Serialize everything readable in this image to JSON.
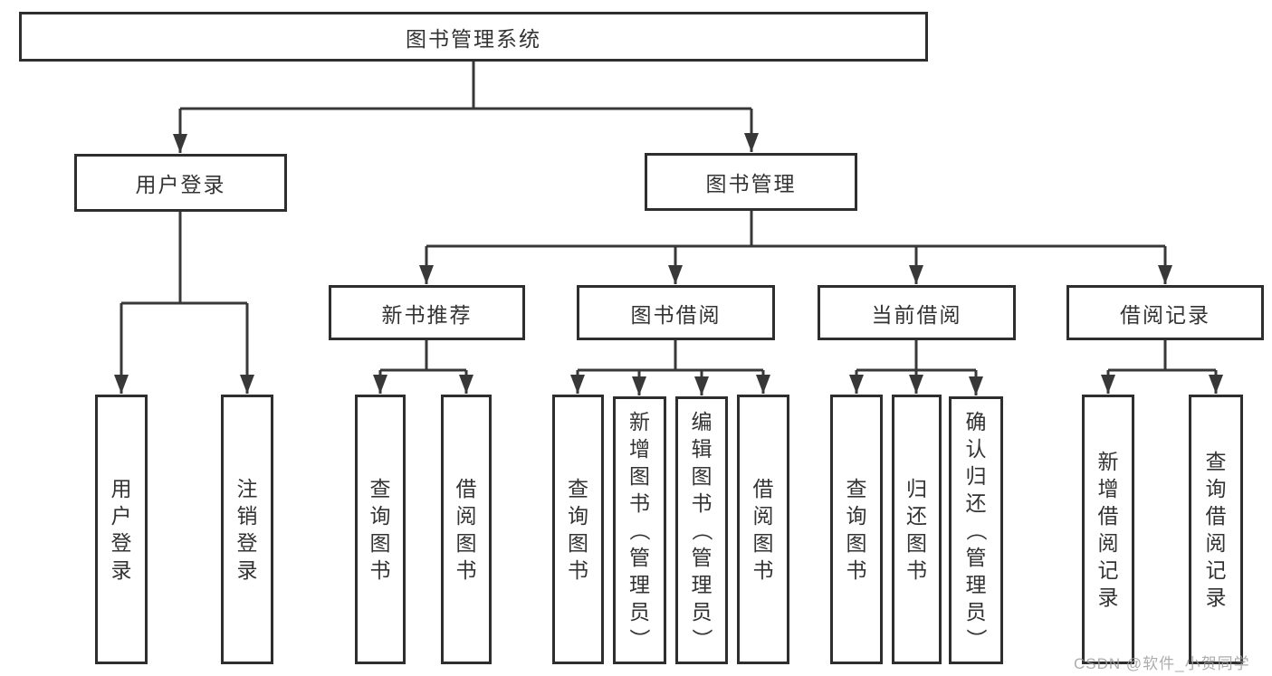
{
  "diagram": {
    "title_note": "functional structure tree",
    "tree": {
      "root": {
        "label": "图书管理系统",
        "children": [
          {
            "label": "用户登录",
            "children": [
              {
                "label": "用户登录"
              },
              {
                "label": "注销登录"
              }
            ]
          },
          {
            "label": "图书管理",
            "children": [
              {
                "label": "新书推荐",
                "children": [
                  {
                    "label": "查询图书"
                  },
                  {
                    "label": "借阅图书"
                  }
                ]
              },
              {
                "label": "图书借阅",
                "children": [
                  {
                    "label": "查询图书"
                  },
                  {
                    "label": "新增图书（管理员）"
                  },
                  {
                    "label": "编辑图书（管理员）"
                  },
                  {
                    "label": "借阅图书"
                  }
                ]
              },
              {
                "label": "当前借阅",
                "children": [
                  {
                    "label": "查询图书"
                  },
                  {
                    "label": "归还图书"
                  },
                  {
                    "label": "确认归还（管理员）"
                  }
                ]
              },
              {
                "label": "借阅记录",
                "children": [
                  {
                    "label": "新增借阅记录"
                  },
                  {
                    "label": "查询借阅记录"
                  }
                ]
              }
            ]
          }
        ]
      }
    },
    "colors": {
      "line": "#383838",
      "box_border": "#2e2e2e",
      "box_fill": "#ffffff",
      "text": "#333333",
      "watermark": "#9e9e9e"
    }
  },
  "watermark": {
    "text": "CSDN @软件_小贺同学"
  }
}
